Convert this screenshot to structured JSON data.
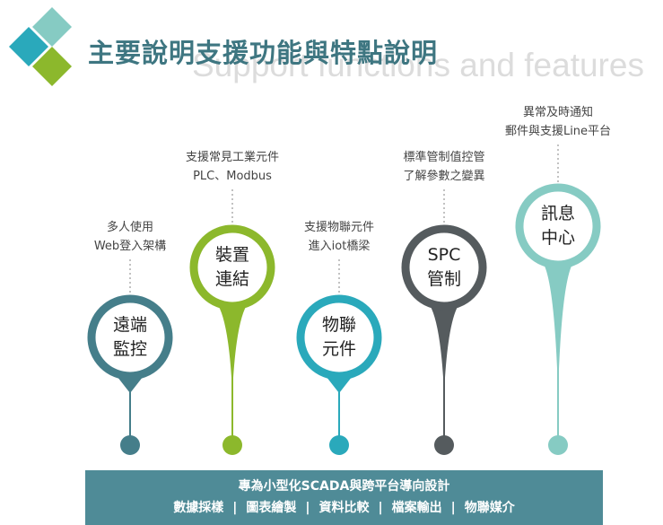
{
  "header": {
    "title": "主要說明支援功能與特點說明",
    "subtitle": "Support functions and features"
  },
  "nodes": [
    {
      "id": "remote",
      "label_lines": [
        "遠端",
        "監控"
      ],
      "caption_lines": [
        "多人使用",
        "Web登入架構"
      ],
      "color": "#457e8a"
    },
    {
      "id": "device",
      "label_lines": [
        "裝置",
        "連結"
      ],
      "caption_lines": [
        "支援常見工業元件",
        "PLC、Modbus"
      ],
      "color": "#8cb82c"
    },
    {
      "id": "iot",
      "label_lines": [
        "物聯",
        "元件"
      ],
      "caption_lines": [
        "支援物聯元件",
        "進入iot橋梁"
      ],
      "color": "#2aa9bb"
    },
    {
      "id": "spc",
      "label_lines": [
        "SPC",
        "管制"
      ],
      "caption_lines": [
        "標準管制值控管",
        "了解參數之變異"
      ],
      "color": "#555b5e"
    },
    {
      "id": "message",
      "label_lines": [
        "訊息",
        "中心"
      ],
      "caption_lines": [
        "異常及時通知",
        "郵件與支援Line平台"
      ],
      "color": "#86cbc3"
    }
  ],
  "footer": {
    "line1": "專為小型化SCADA與跨平台導向設計",
    "items": [
      "數據採樣",
      "圖表繪製",
      "資料比較",
      "檔案輸出",
      "物聯媒介"
    ],
    "separator": "|"
  }
}
